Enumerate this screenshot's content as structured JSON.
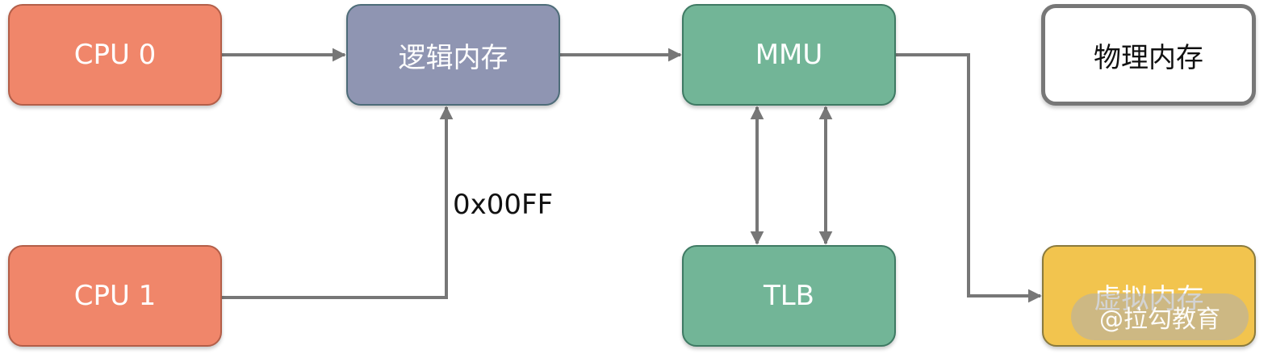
{
  "diagram": {
    "nodes": {
      "cpu0": {
        "label": "CPU 0"
      },
      "cpu1": {
        "label": "CPU 1"
      },
      "logical_memory": {
        "label": "逻辑内存"
      },
      "mmu": {
        "label": "MMU"
      },
      "tlb": {
        "label": "TLB"
      },
      "physical_memory": {
        "label": "物理内存"
      },
      "virtual_memory": {
        "label": "虚拟内存"
      }
    },
    "edge_label": "0x00FF",
    "edges": [
      {
        "from": "cpu0",
        "to": "logical_memory",
        "direction": "forward"
      },
      {
        "from": "cpu1",
        "to": "logical_memory",
        "direction": "forward",
        "label": "0x00FF"
      },
      {
        "from": "logical_memory",
        "to": "mmu",
        "direction": "forward"
      },
      {
        "from": "mmu",
        "to": "tlb",
        "direction": "bidirectional"
      },
      {
        "from": "mmu",
        "to": "tlb",
        "direction": "bidirectional"
      },
      {
        "from": "mmu",
        "to": "virtual_memory",
        "direction": "forward"
      }
    ],
    "colors": {
      "cpu": "#f0866a",
      "logical_memory": "#8f95b2",
      "mmu": "#72b597",
      "tlb": "#72b597",
      "physical_memory": "#ffffff",
      "virtual_memory": "#f2c44e",
      "connector": "#777777"
    }
  },
  "watermark": {
    "text": "@拉勾教育"
  }
}
